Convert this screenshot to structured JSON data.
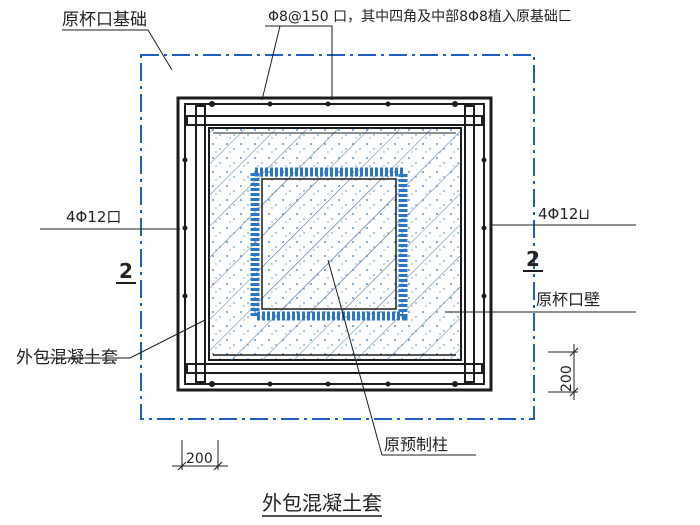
{
  "labels": {
    "foundation": "原杯口基础",
    "rebar_top": "Φ8@150 口，其中四角及中部8Φ8植入原基础匚",
    "rebar_left": "4Φ12口",
    "rebar_right": "4Φ12⊔",
    "section_left": "2",
    "section_right": "2",
    "cup_wall": "原杯口壁",
    "jacket": "外包混凝土套",
    "column": "原预制柱",
    "dim_bottom": "200",
    "dim_right": "200",
    "title": "外包混凝土套"
  },
  "colors": {
    "line": "#1c1c1c",
    "dash": "#1f5fbf",
    "fill_blue": "#2a76c6",
    "hatch": "#5a7fb0"
  }
}
